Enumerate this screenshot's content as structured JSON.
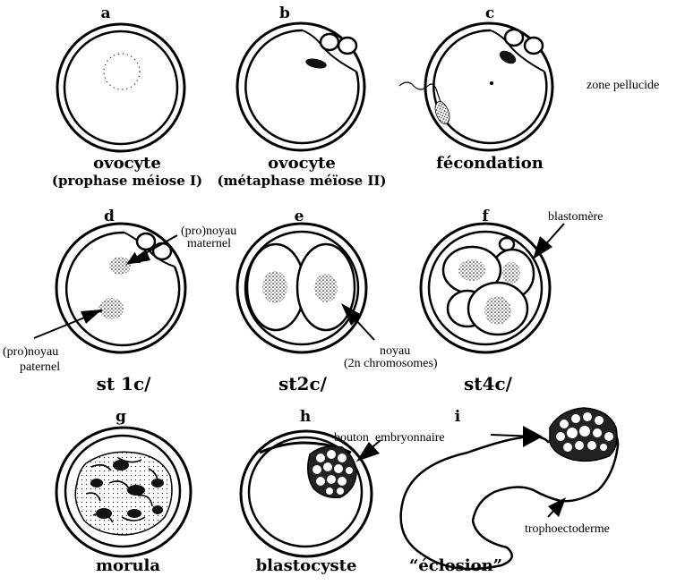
{
  "panels": {
    "a": {
      "letter": "a",
      "caption1": "ovocyte",
      "caption2": "(prophase méiose I)"
    },
    "b": {
      "letter": "b",
      "caption1": "ovocyte",
      "caption2": "(métaphase méïose II)"
    },
    "c": {
      "letter": "c",
      "caption1": "fécondation"
    },
    "d": {
      "letter": "d",
      "stage": "st 1c/"
    },
    "e": {
      "letter": "e",
      "stage": "st2c/"
    },
    "f": {
      "letter": "f",
      "stage": "st4c/"
    },
    "g": {
      "letter": "g",
      "caption1": "morula"
    },
    "h": {
      "letter": "h",
      "caption1": "blastocyste"
    },
    "i": {
      "letter": "i",
      "caption1": "“éclosion”"
    }
  },
  "annotations": {
    "zone_pellucide": "zone pellucide",
    "pronoyau_maternel_1": "(pro)noyau",
    "pronoyau_maternel_2": "maternel",
    "pronoyau_paternel_1": "(pro)noyau",
    "pronoyau_paternel_2": "paternel",
    "noyau_1": "noyau",
    "noyau_2": "(2n chromosomes)",
    "blastomere": "blastomère",
    "bouton_embryonnaire": "bouton  embryonnaire",
    "trophoectoderme": "trophoectoderme"
  }
}
